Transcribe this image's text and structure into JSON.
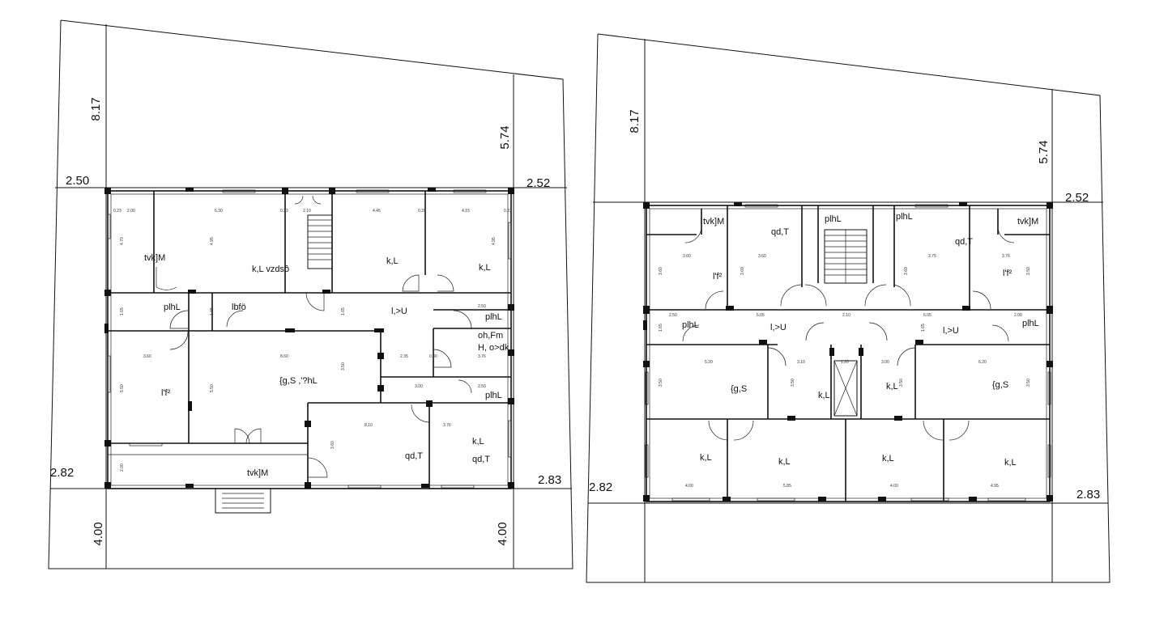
{
  "left_plan": {
    "site_dims": {
      "d_top_left": "8.17",
      "d_top_right": "5.74",
      "d_left": "2.50",
      "d_right": "2.52",
      "d_bot_left_side": "2.82",
      "d_bot_right_side": "2.83",
      "d_bot_left": "4.00",
      "d_bot_right": "4.00"
    },
    "rooms": {
      "r1": "tvk]M",
      "r2": "k,L  vzdsô",
      "r3": "k,L",
      "r4": "k,L",
      "r5": "plhL",
      "r6": "lbfö",
      "r7": "l,>U",
      "r8": "plhL",
      "r9": "oh,Fm",
      "r10": "H,  o>dk",
      "r11": "l'f²",
      "r12": "{g,S ,'?hL",
      "r13": "plhL",
      "r14": "qd,T",
      "r15": "k,L",
      "r16": "qd,T",
      "r17": "tvk]M"
    },
    "inner_dims": {
      "a1": "0.23",
      "a2": "2.00",
      "a3": "6.30",
      "a4": "0.23",
      "a5": "2.10",
      "a6": "4.45",
      "a7": "0.20",
      "a8": "4.15",
      "a9": "0.23",
      "b1": "4.70",
      "b2": "4.95",
      "b3": "4.95",
      "c1": "1.65",
      "c2": "1.65",
      "c3": "1.65",
      "d1": "3.60",
      "d2": "8.60",
      "d3": "2.35",
      "d4": "0.40",
      "d5": "3.76",
      "d6": "2.50",
      "d7": "2.50",
      "e1": "5.50",
      "e2": "5.50",
      "e3": "3.50",
      "f1": "3.60",
      "f2": "8.10",
      "f3": "3.76",
      "f4": "3.00",
      "g1": "2.00"
    }
  },
  "right_plan": {
    "site_dims": {
      "d_top_left": "8.17",
      "d_top_right": "5.74",
      "d_right": "2.52",
      "d_bot_left_side": "2.82",
      "d_bot_right_side": "2.83"
    },
    "rooms": {
      "r1": "tvk]M",
      "r2": "qd,T",
      "r3": "plhL",
      "r4": "plhL",
      "r5": "qd,T",
      "r6": "tvk]M",
      "r7": "l'f²",
      "r8": "l'f²",
      "r9": "plhL",
      "r10": "l,>U",
      "r11": "l,>U",
      "r12": "plhL",
      "r13": "{g,S",
      "r14": "k,L",
      "r15": "k,L",
      "r16": "{g,S",
      "r17": "k,L",
      "r18": "k,L",
      "r19": "k,L",
      "r20": "k,L"
    },
    "inner_dims": {
      "a1": "3.60",
      "a2": "3.60",
      "a3": "3.75",
      "a4": "3.76",
      "b1": "2.50",
      "b2": "6.05",
      "b3": "2.10",
      "b4": "6.05",
      "b5": "2.00",
      "c1": "5.20",
      "c2": "3.10",
      "c3": "1.20",
      "c4": "3.00",
      "c5": "6.20",
      "d1": "4.00",
      "d2": "5.85",
      "d3": "4.00",
      "d4": "4.95",
      "e1": "3.50",
      "e2": "3.50",
      "e3": "3.50",
      "e4": "3.50",
      "f1": "3.60",
      "f2": "3.60",
      "f3": "3.60",
      "f4": "3.50",
      "g1": "1.65",
      "g2": "1.65"
    }
  }
}
